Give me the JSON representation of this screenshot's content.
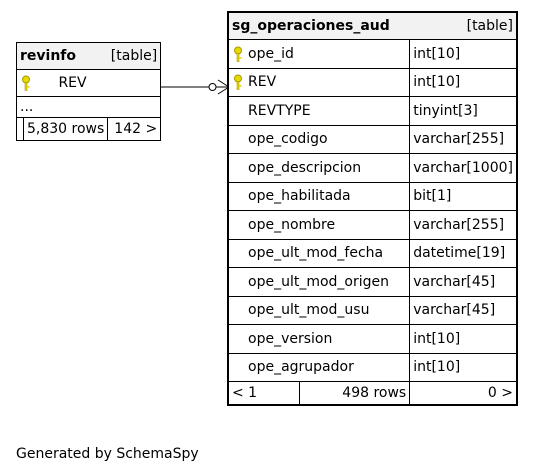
{
  "revinfo": {
    "name": "revinfo",
    "kind": "[table]",
    "columns": [
      {
        "name": "REV",
        "key": true,
        "key_icon": "key-icon"
      }
    ],
    "ellipsis": "...",
    "rows": "5,830 rows",
    "children": "142 >"
  },
  "audit": {
    "name": "sg_operaciones_aud",
    "kind": "[table]",
    "columns": [
      {
        "name": "ope_id",
        "type": "int[10]",
        "key": true
      },
      {
        "name": "REV",
        "type": "int[10]",
        "key": true
      },
      {
        "name": "REVTYPE",
        "type": "tinyint[3]",
        "key": false
      },
      {
        "name": "ope_codigo",
        "type": "varchar[255]",
        "key": false
      },
      {
        "name": "ope_descripcion",
        "type": "varchar[1000]",
        "key": false
      },
      {
        "name": "ope_habilitada",
        "type": "bit[1]",
        "key": false
      },
      {
        "name": "ope_nombre",
        "type": "varchar[255]",
        "key": false
      },
      {
        "name": "ope_ult_mod_fecha",
        "type": "datetime[19]",
        "key": false
      },
      {
        "name": "ope_ult_mod_origen",
        "type": "varchar[45]",
        "key": false
      },
      {
        "name": "ope_ult_mod_usu",
        "type": "varchar[45]",
        "key": false
      },
      {
        "name": "ope_version",
        "type": "int[10]",
        "key": false
      },
      {
        "name": "ope_agrupador",
        "type": "int[10]",
        "key": false
      }
    ],
    "parents": "< 1",
    "rows": "498 rows",
    "children": "0 >"
  },
  "footer": "Generated by SchemaSpy",
  "colors": {
    "key": "#e6d900",
    "header_bg": "#f2f2f2"
  }
}
